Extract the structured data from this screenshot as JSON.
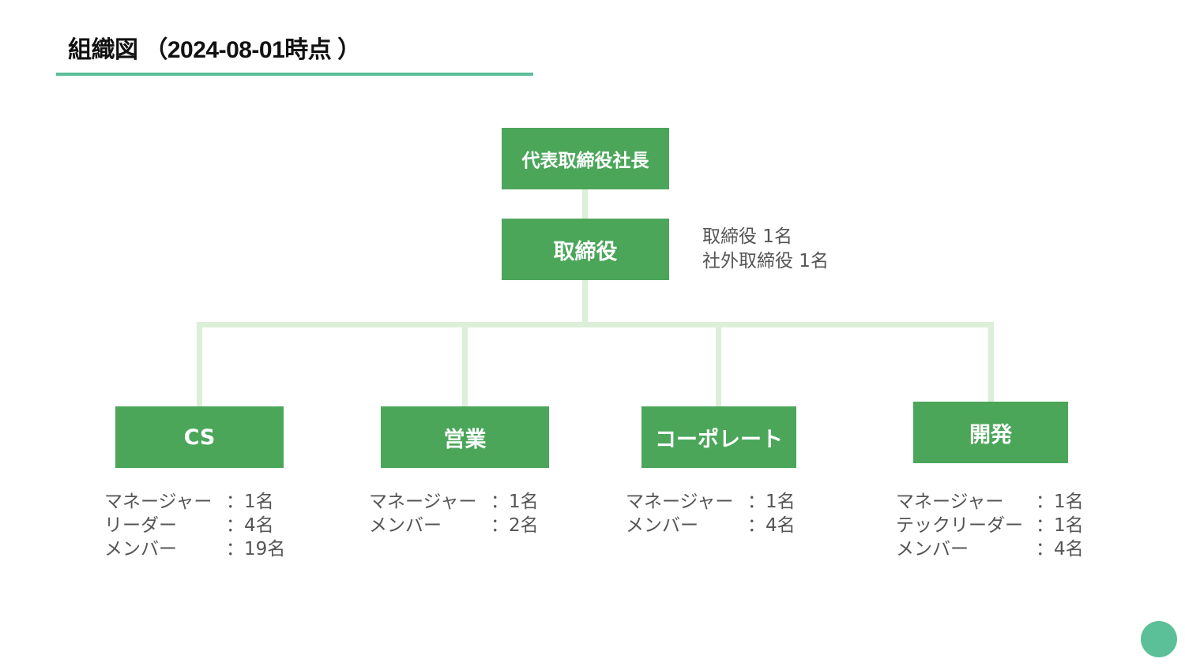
{
  "slide": {
    "title": "組織図 （2024-08-01時点 ）"
  },
  "nodes": {
    "ceo": {
      "label": "代表取締役社長"
    },
    "board": {
      "label": "取締役",
      "notes": [
        "取締役 1名",
        "社外取締役 1名"
      ]
    },
    "departments": [
      {
        "label": "CS",
        "members": [
          {
            "role": "マネージャー",
            "count": "：1名"
          },
          {
            "role": "リーダー",
            "count": "：4名"
          },
          {
            "role": "メンバー",
            "count": "：19名"
          }
        ]
      },
      {
        "label": "営業",
        "members": [
          {
            "role": "マネージャー",
            "count": "：1名"
          },
          {
            "role": "メンバー",
            "count": "：2名"
          }
        ]
      },
      {
        "label": "コーポレート",
        "members": [
          {
            "role": "マネージャー",
            "count": "：1名"
          },
          {
            "role": "メンバー",
            "count": "：4名"
          }
        ]
      },
      {
        "label": "開発",
        "members": [
          {
            "role": "マネージャー",
            "count": "：1名"
          },
          {
            "role": "テックリーダー",
            "count": "：1名"
          },
          {
            "role": "メンバー",
            "count": "：4名"
          }
        ]
      }
    ]
  },
  "colors": {
    "node_fill": "#4ba65a",
    "connector": "#dcefd8",
    "accent": "#5bbf98"
  }
}
